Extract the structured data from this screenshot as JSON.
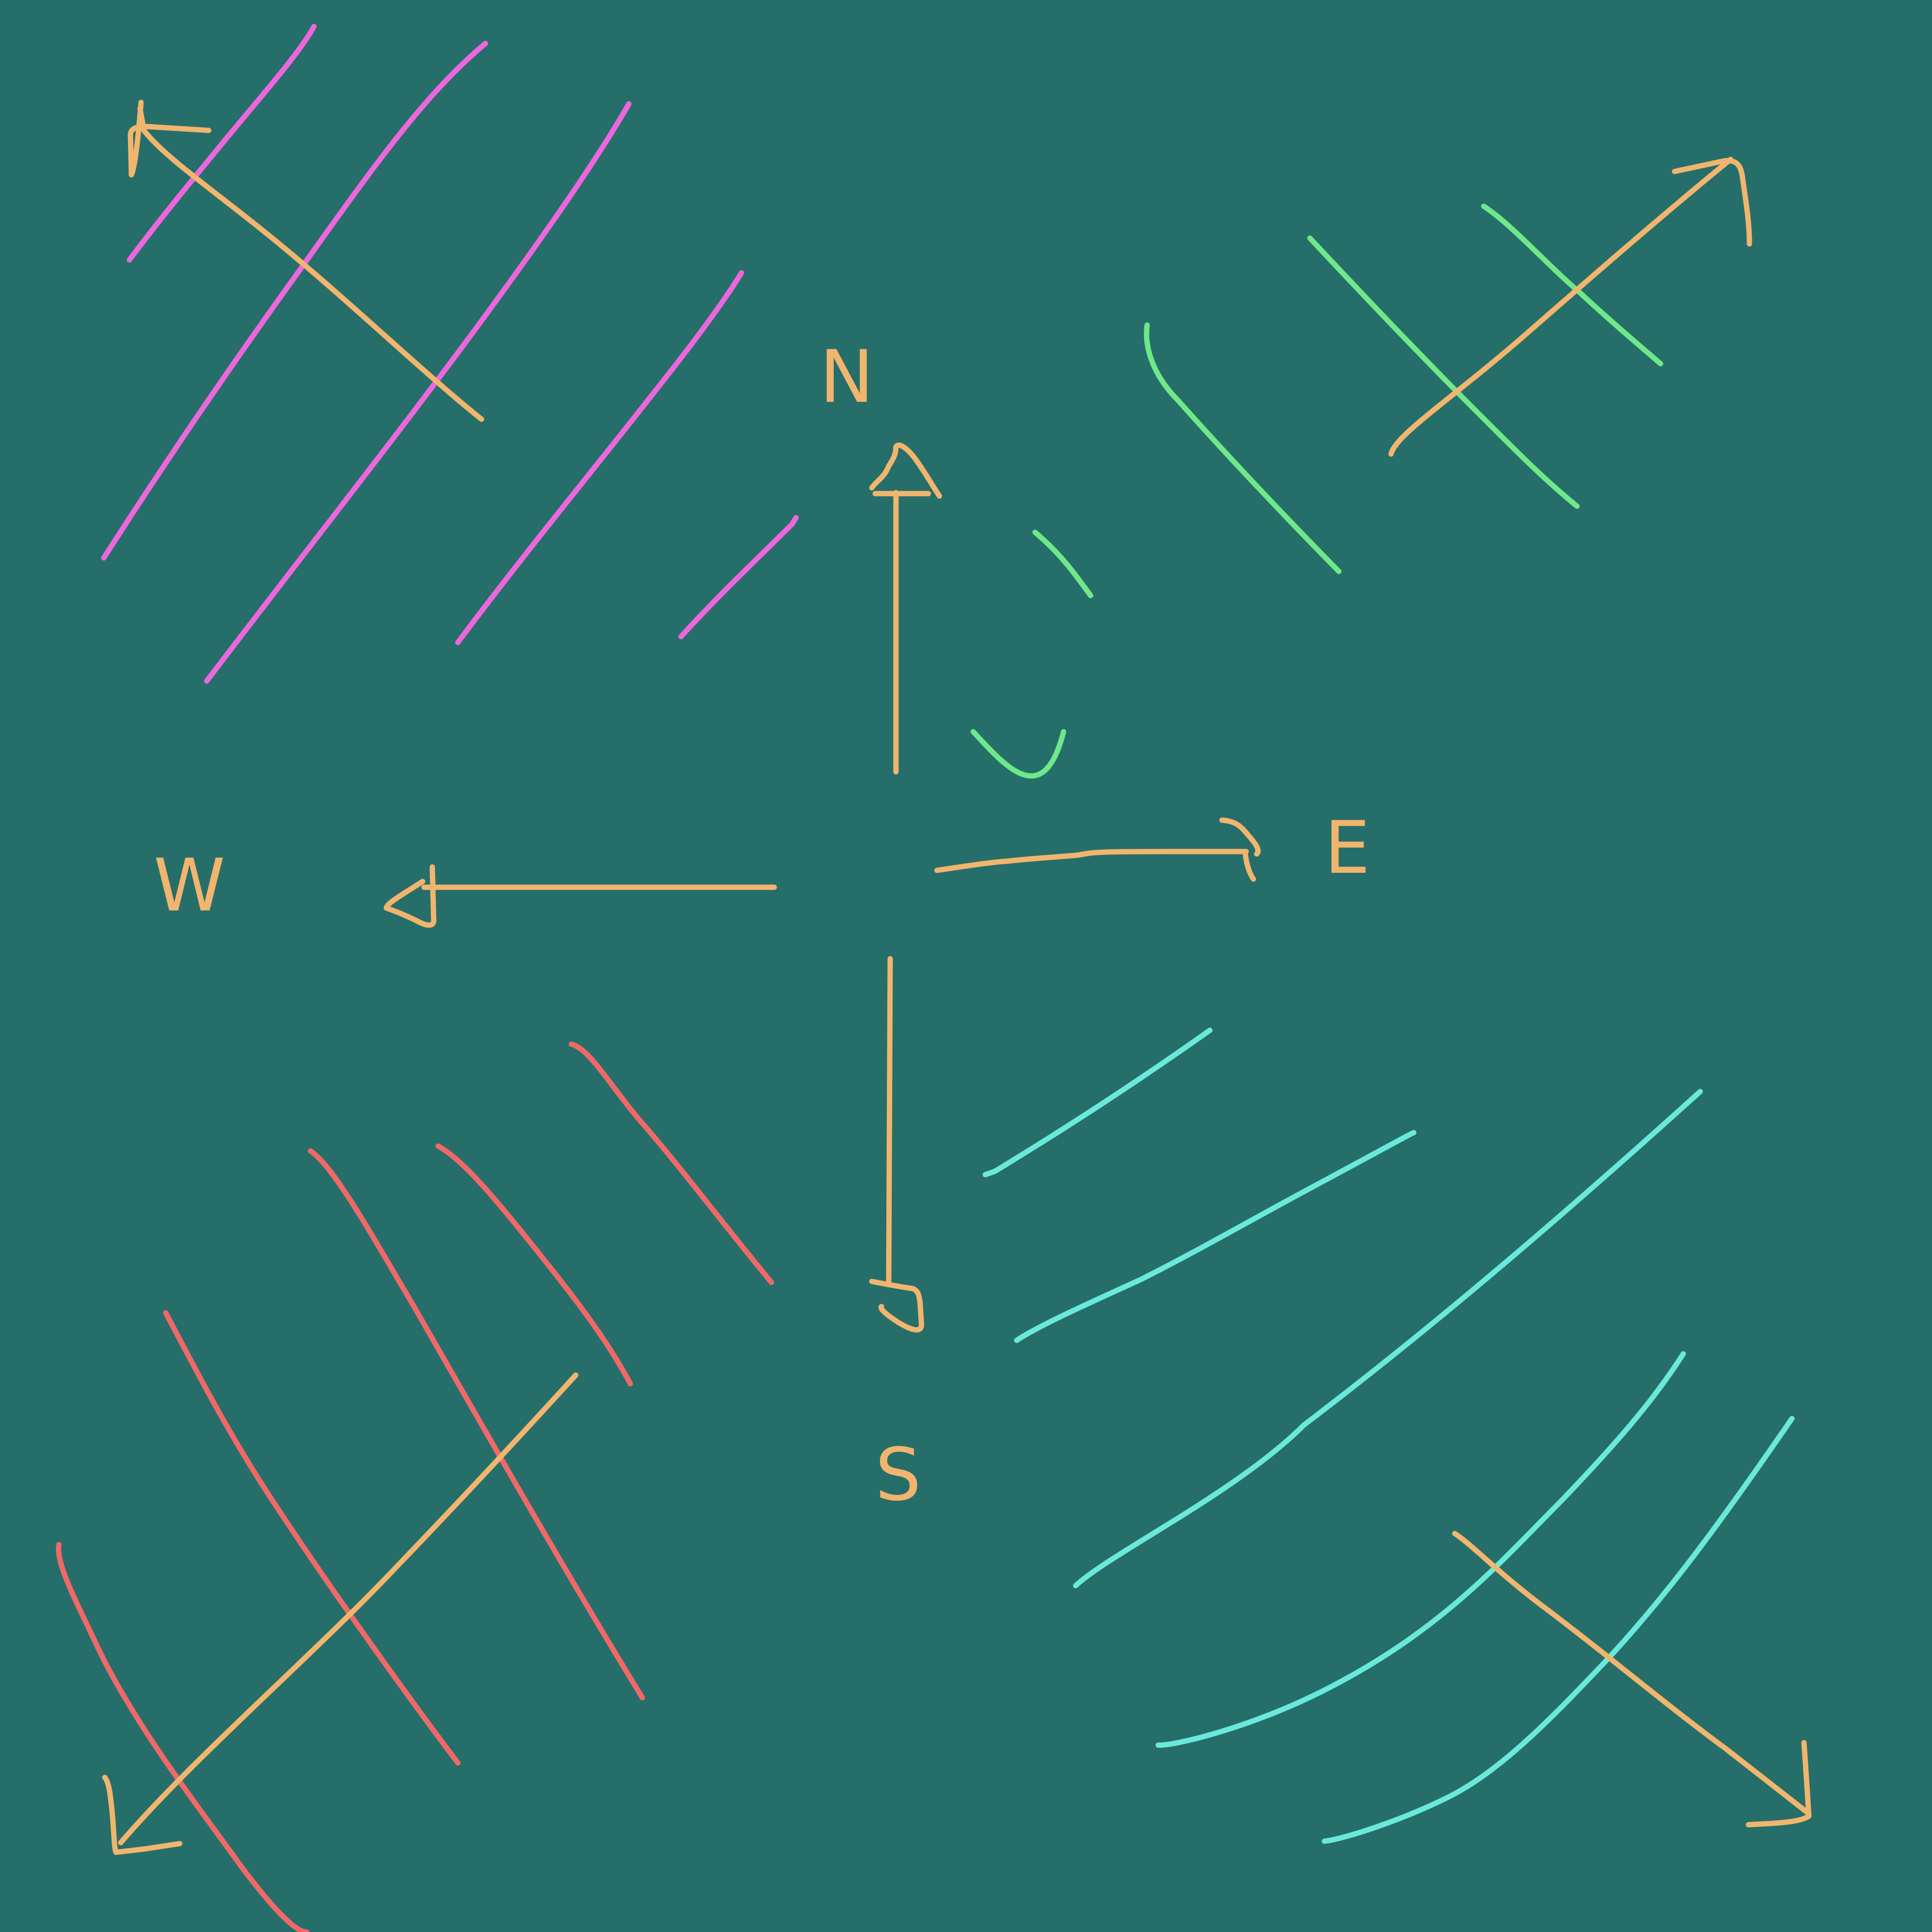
{
  "background_color": "#266e6a",
  "colors": {
    "arrow": "#f1b56e",
    "northwest": "#ee66dd",
    "northeast": "#6ee888",
    "southwest": "#f06868",
    "southeast": "#6ae9da"
  },
  "compass": {
    "north": "N",
    "east": "E",
    "south": "S",
    "west": "W"
  }
}
